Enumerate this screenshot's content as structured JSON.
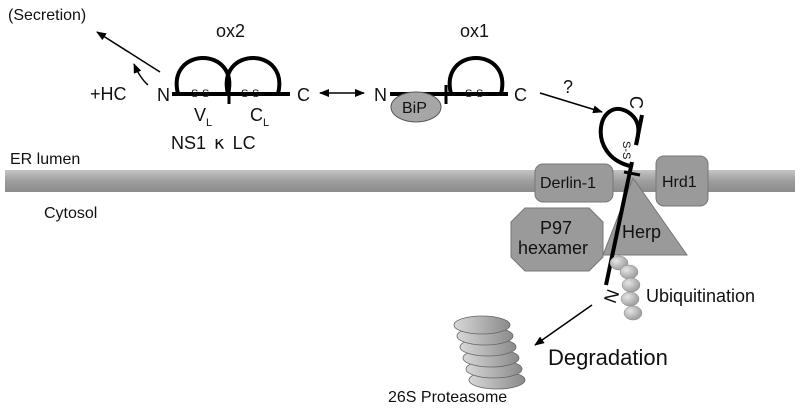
{
  "labels": {
    "secretion": "(Secretion)",
    "hc": "+HC",
    "ox2": "ox2",
    "ox1": "ox1",
    "n_ox2": "N",
    "c_ox2": "C",
    "vl_main": "V",
    "vl_sub": "L",
    "cl_main": "C",
    "cl_sub": "L",
    "ss": "S-S",
    "ns1": "NS1",
    "kappa": "κ",
    "lc": "LC",
    "n_ox1": "N",
    "bip": "BiP",
    "c_ox1": "C",
    "question": "?",
    "c_erad": "C",
    "er_lumen": "ER lumen",
    "cytosol": "Cytosol",
    "derlin": "Derlin-1",
    "hrd1": "Hrd1",
    "p97_line1": "P97",
    "p97_line2": "hexamer",
    "herp": "Herp",
    "n_erad": "N",
    "ubiquitination": "Ubiquitination",
    "degradation": "Degradation",
    "proteasome": "26S Proteasome"
  },
  "colors": {
    "membrane": "#a8a8a8",
    "protein_box": "#9a9a9a",
    "line": "#000000",
    "ubiquitin": "#b4b4b4"
  }
}
